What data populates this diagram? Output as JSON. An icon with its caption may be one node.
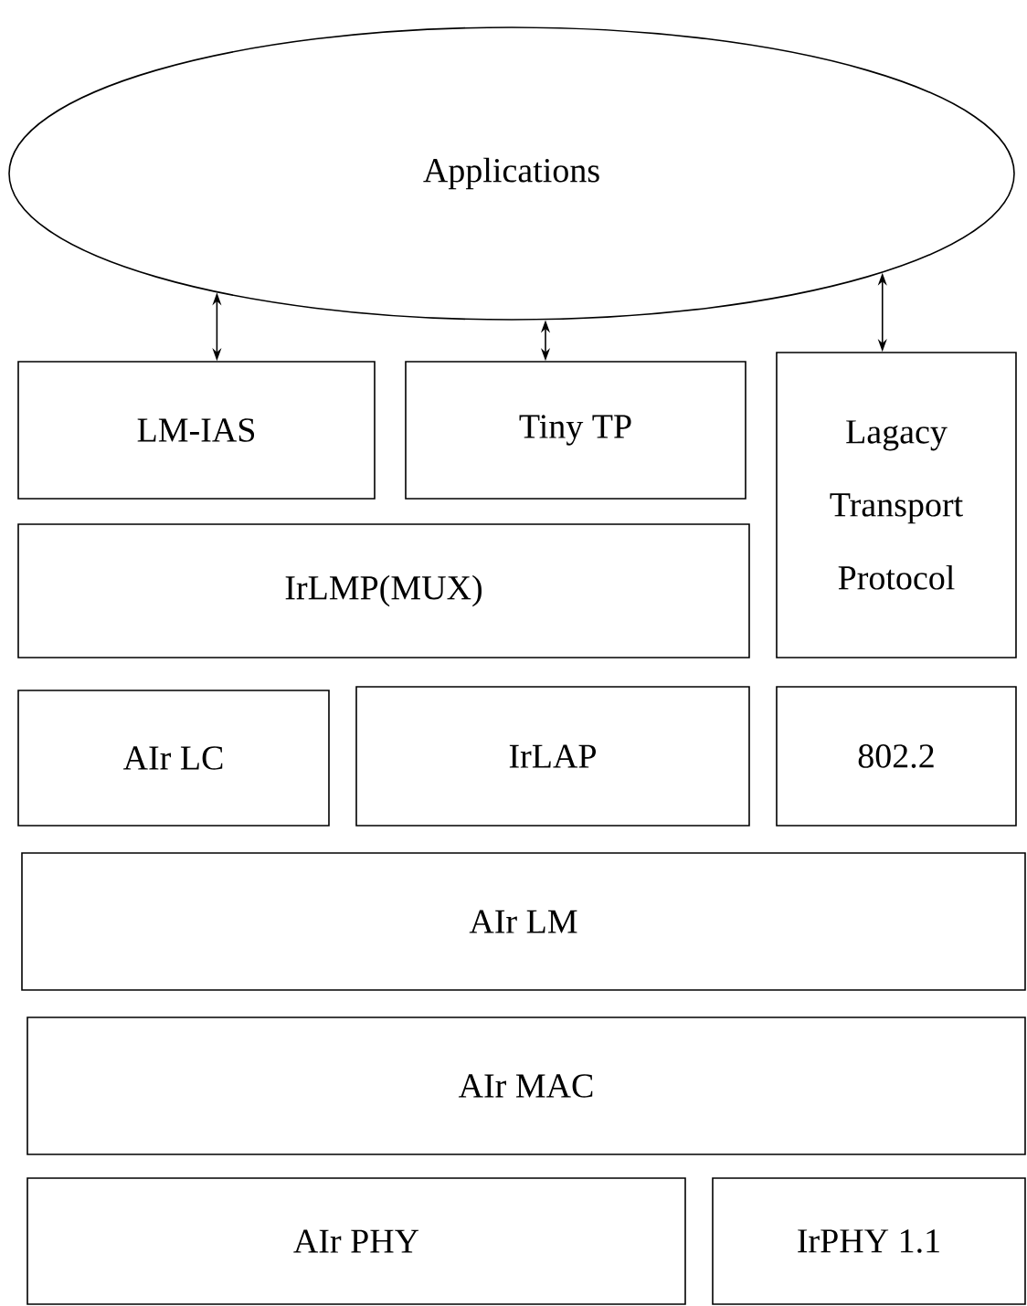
{
  "diagram": {
    "nodes": [
      {
        "text": [
          "Applications"
        ]
      },
      {
        "text": [
          "LM-IAS"
        ]
      },
      {
        "text": [
          "Tiny TP"
        ]
      },
      {
        "text": [
          "Lagacy Transport Protocol"
        ]
      },
      {
        "text": [
          "IrLMP(MUX)"
        ]
      },
      {
        "text": [
          "AIr LC"
        ]
      },
      {
        "text": [
          "IrLAP"
        ]
      },
      {
        "text": [
          "802.2"
        ]
      },
      {
        "text": [
          "AIr LM"
        ]
      },
      {
        "text": [
          "AIr MAC"
        ]
      },
      {
        "text": [
          "AIr PHY"
        ]
      },
      {
        "text": [
          "IrPHY 1.1"
        ]
      }
    ],
    "edges": [
      {
        "from": 0,
        "to": 1,
        "arrow": "both"
      },
      {
        "from": 0,
        "to": 2,
        "arrow": "both"
      },
      {
        "from": 0,
        "to": 3,
        "arrow": "both"
      }
    ]
  }
}
